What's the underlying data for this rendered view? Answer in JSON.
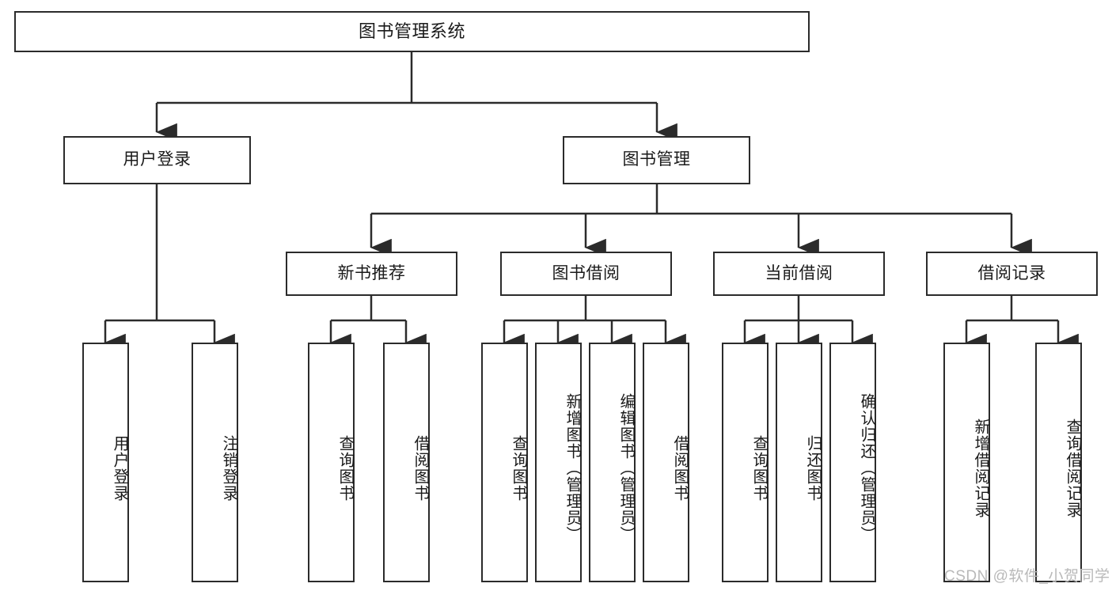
{
  "diagram": {
    "title": "图书管理系统",
    "watermark": "CSDN @软件_小贺同学",
    "edge_color": "#2b2b2b",
    "box_border_color": "#2b2b2b",
    "background_color": "#ffffff",
    "text_color": "#1a1a1a"
  },
  "levels": {
    "level1": {
      "label": "图书管理系统"
    },
    "level2": [
      {
        "label": "用户登录"
      },
      {
        "label": "图书管理"
      }
    ],
    "level3": [
      {
        "label": "新书推荐"
      },
      {
        "label": "图书借阅"
      },
      {
        "label": "当前借阅"
      },
      {
        "label": "借阅记录"
      }
    ],
    "level4": [
      {
        "label": "用户登录",
        "parent": "用户登录"
      },
      {
        "label": "注销登录",
        "parent": "用户登录"
      },
      {
        "label": "查询图书",
        "parent": "新书推荐"
      },
      {
        "label": "借阅图书",
        "parent": "新书推荐"
      },
      {
        "label": "查询图书",
        "parent": "图书借阅"
      },
      {
        "label": "新增图书（管理员）",
        "parent": "图书借阅"
      },
      {
        "label": "编辑图书（管理员）",
        "parent": "图书借阅"
      },
      {
        "label": "借阅图书",
        "parent": "图书借阅"
      },
      {
        "label": "查询图书",
        "parent": "当前借阅"
      },
      {
        "label": "归还图书",
        "parent": "当前借阅"
      },
      {
        "label": "确认归还（管理员）",
        "parent": "当前借阅"
      },
      {
        "label": "新增借阅记录",
        "parent": "借阅记录"
      },
      {
        "label": "查询借阅记录",
        "parent": "借阅记录"
      }
    ]
  },
  "chart_data": {
    "type": "tree",
    "title": "图书管理系统",
    "root": "图书管理系统",
    "nodes": [
      {
        "id": "n0",
        "label": "图书管理系统",
        "level": 1,
        "parent": null
      },
      {
        "id": "n1",
        "label": "用户登录",
        "level": 2,
        "parent": "n0"
      },
      {
        "id": "n2",
        "label": "图书管理",
        "level": 2,
        "parent": "n0"
      },
      {
        "id": "n3",
        "label": "新书推荐",
        "level": 3,
        "parent": "n2"
      },
      {
        "id": "n4",
        "label": "图书借阅",
        "level": 3,
        "parent": "n2"
      },
      {
        "id": "n5",
        "label": "当前借阅",
        "level": 3,
        "parent": "n2"
      },
      {
        "id": "n6",
        "label": "借阅记录",
        "level": 3,
        "parent": "n2"
      },
      {
        "id": "n7",
        "label": "用户登录",
        "level": 4,
        "parent": "n1"
      },
      {
        "id": "n8",
        "label": "注销登录",
        "level": 4,
        "parent": "n1"
      },
      {
        "id": "n9",
        "label": "查询图书",
        "level": 4,
        "parent": "n3"
      },
      {
        "id": "n10",
        "label": "借阅图书",
        "level": 4,
        "parent": "n3"
      },
      {
        "id": "n11",
        "label": "查询图书",
        "level": 4,
        "parent": "n4"
      },
      {
        "id": "n12",
        "label": "新增图书（管理员）",
        "level": 4,
        "parent": "n4"
      },
      {
        "id": "n13",
        "label": "编辑图书（管理员）",
        "level": 4,
        "parent": "n4"
      },
      {
        "id": "n14",
        "label": "借阅图书",
        "level": 4,
        "parent": "n4"
      },
      {
        "id": "n15",
        "label": "查询图书",
        "level": 4,
        "parent": "n5"
      },
      {
        "id": "n16",
        "label": "归还图书",
        "level": 4,
        "parent": "n5"
      },
      {
        "id": "n17",
        "label": "确认归还（管理员）",
        "level": 4,
        "parent": "n5"
      },
      {
        "id": "n18",
        "label": "新增借阅记录",
        "level": 4,
        "parent": "n6"
      },
      {
        "id": "n19",
        "label": "查询借阅记录",
        "level": 4,
        "parent": "n6"
      }
    ]
  }
}
